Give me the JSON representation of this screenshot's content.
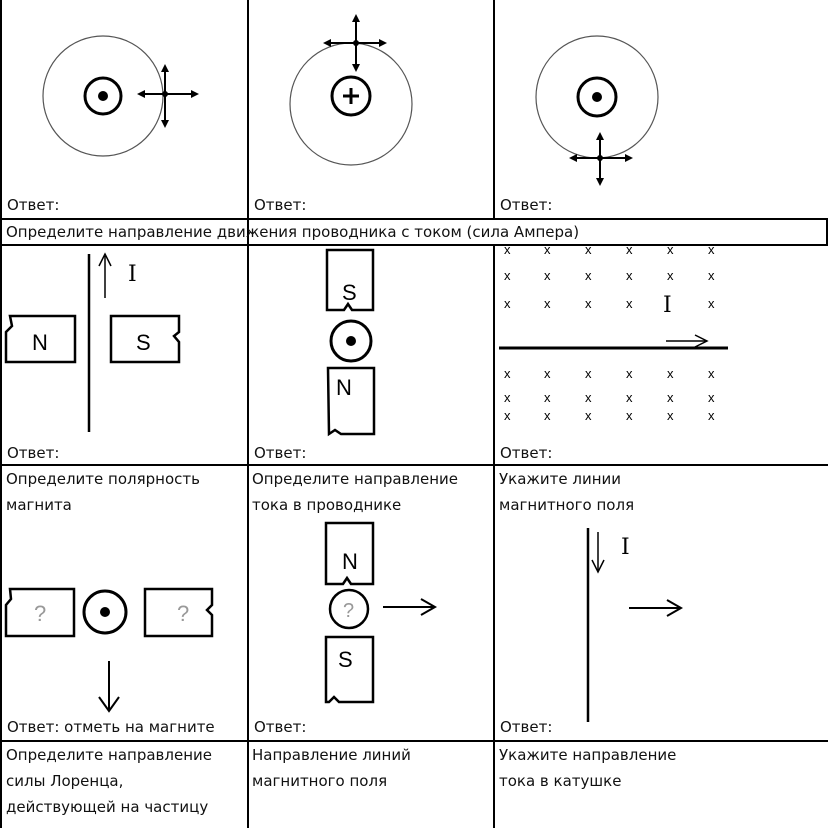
{
  "answer_label": "Ответ:",
  "row1": {
    "cell1": {
      "answer": "Ответ:"
    },
    "cell2": {
      "answer": "Ответ:"
    },
    "cell3": {
      "answer": "Ответ:"
    }
  },
  "header_task": "Определите направление движения проводника с током (сила Ампера)",
  "row2": {
    "cell1": {
      "magnet_left": "N",
      "magnet_right": "S",
      "current_label": "I",
      "answer": "Ответ:"
    },
    "cell2": {
      "magnet_top": "S",
      "magnet_bottom": "N",
      "answer": "Ответ:"
    },
    "cell3": {
      "field_mark": "x",
      "current_label": "I",
      "answer": "Ответ:"
    }
  },
  "row3": {
    "cell1": {
      "task_line1": "Определите полярность",
      "task_line2": "магнита",
      "unknown_mark": "?",
      "answer": "Ответ:  отметь  на магните"
    },
    "cell2": {
      "task_line1": "Определите направление",
      "task_line2": "тока в проводнике",
      "magnet_top": "N",
      "magnet_bottom": "S",
      "unknown_mark": "?",
      "answer": "Ответ:"
    },
    "cell3": {
      "task_line1": "Укажите линии",
      "task_line2": "магнитного поля",
      "current_label": "I",
      "answer": "Ответ:"
    }
  },
  "row4": {
    "cell1": {
      "line1": "Определите направление",
      "line2": "силы Лоренца,",
      "line3": "действующей на частицу"
    },
    "cell2": {
      "line1": "Направление линий",
      "line2": "магнитного поля"
    },
    "cell3": {
      "line1": "Укажите направление",
      "line2": "тока в катушке"
    }
  }
}
